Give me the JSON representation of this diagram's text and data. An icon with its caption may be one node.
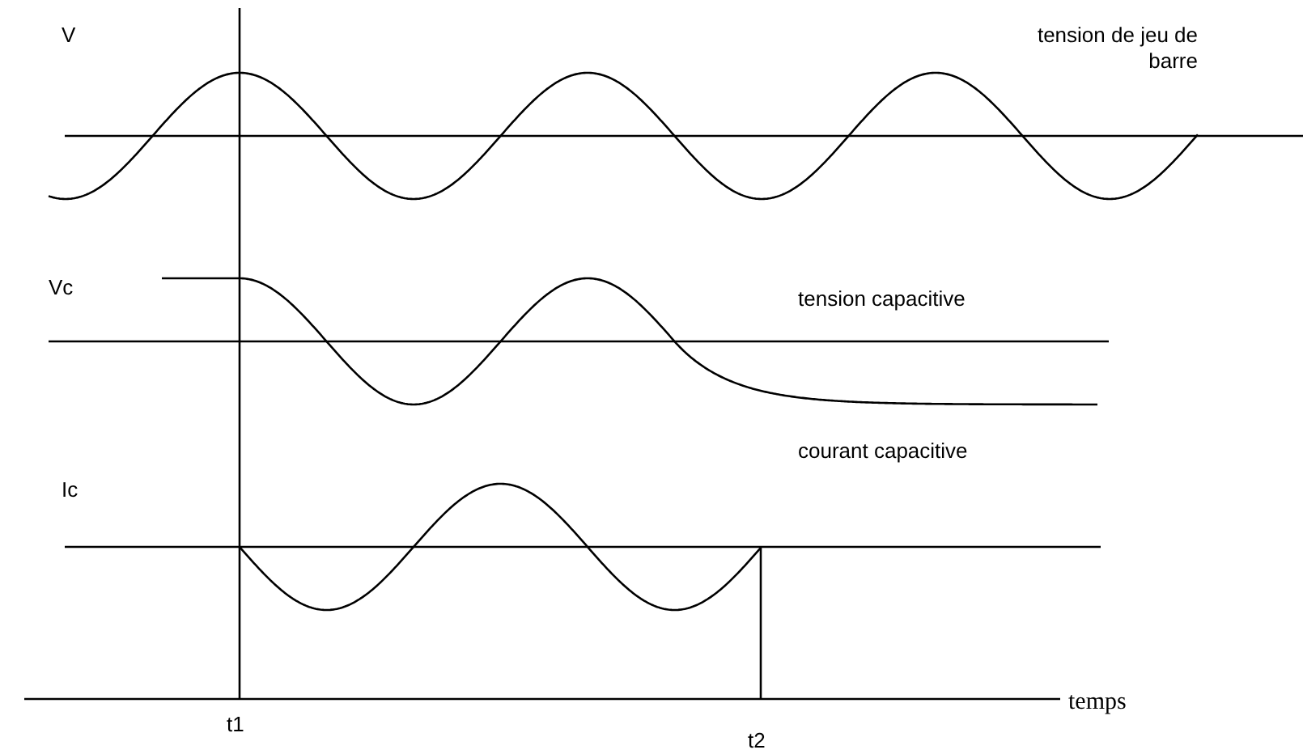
{
  "diagram": {
    "labels": [
      "V",
      "tension de jeu de barre",
      "Vc",
      "tension capacitive",
      "courant capacitive",
      "Ic",
      "t1",
      "temps",
      "t2"
    ]
  }
}
